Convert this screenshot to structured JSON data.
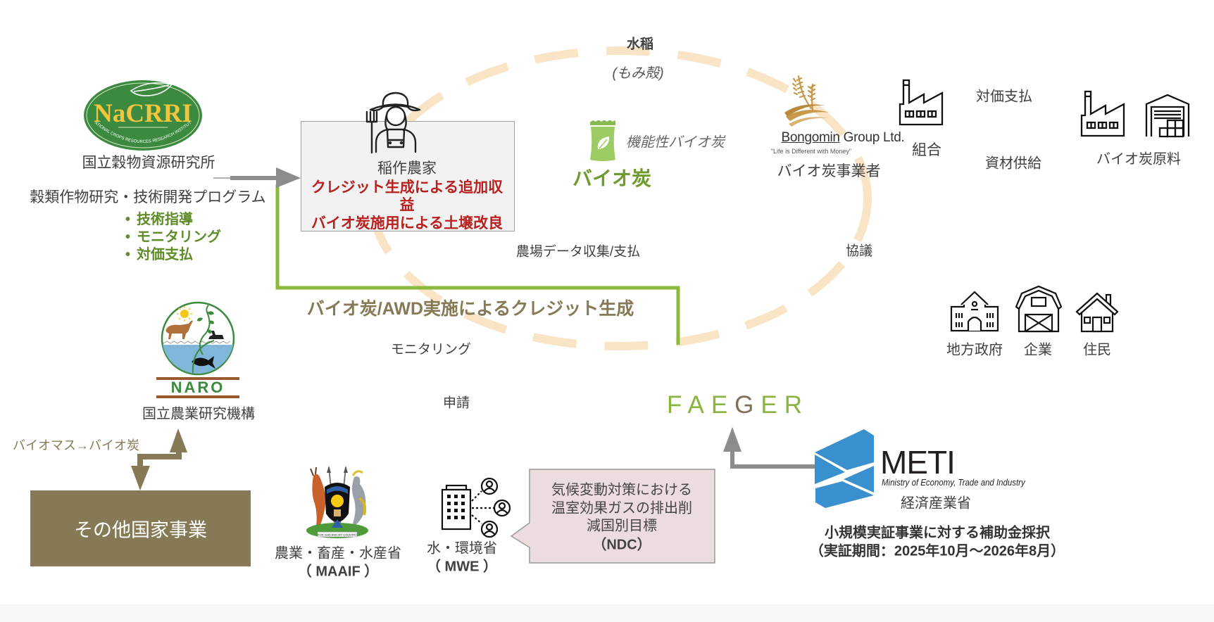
{
  "nacrri": {
    "logo_text": "NaCRRI",
    "logo_subtext": "NATIONAL CROPS RESOURCES RESEARCH INSTITUTE",
    "name": "国立穀物資源研究所",
    "program": "穀類作物研究・技術開発プログラム",
    "roles": [
      "技術指導",
      "モニタリング",
      "対価支払"
    ]
  },
  "farmer": {
    "title": "稲作農家",
    "benefit_lines": [
      "クレジット生成による追加収",
      "益",
      "バイオ炭施用による土壌改良"
    ]
  },
  "cycle": {
    "crop": "水稲",
    "residue": "(もみ殻)"
  },
  "biochar": {
    "note": "機能性バイオ炭",
    "label": "バイオ炭"
  },
  "bongomin": {
    "name_underlined": "Bongomin",
    "name_rest": " Group Ltd.",
    "tagline": "\"Life is Different with Money\"",
    "role": "バイオ炭事業者"
  },
  "supply_chain": {
    "union_label": "組合",
    "payment_label": "対価支払",
    "supply_label": "資材供給",
    "raw_material_label": "バイオ炭原料"
  },
  "stakeholders": [
    {
      "label": "地方政府",
      "icon": "school-building-icon"
    },
    {
      "label": "企業",
      "icon": "barn-icon"
    },
    {
      "label": "住民",
      "icon": "house-icon"
    }
  ],
  "flows": {
    "farm_data": "農場データ収集/支払",
    "consultation": "協議",
    "credit_generation": "バイオ炭/AWD実施によるクレジット生成",
    "monitoring": "モニタリング",
    "application": "申請",
    "biomass_to_biochar": "バイオマス→バイオ炭"
  },
  "faeger": {
    "letters": [
      "F",
      "A",
      "E",
      "G",
      "E",
      "R"
    ]
  },
  "meti": {
    "wordmark": "METI",
    "subtitle": "Ministry of Economy, Trade and Industry",
    "name": "経済産業省",
    "subsidy": "小規模実証事業に対する補助金採択",
    "period": "（実証期間：2025年10月～2026年8月）"
  },
  "ndc": {
    "lines": [
      "気候変動対策における",
      "温室効果ガスの排出削",
      "減国別目標",
      "（NDC）"
    ]
  },
  "mwe": {
    "name": "水・環境省",
    "abbr": "（ MWE ）"
  },
  "maaif": {
    "name": "農業・畜産・水産省",
    "abbr": "（ MAAIF ）",
    "motto": "FOR GOD AND MY COUNTRY"
  },
  "naro": {
    "logo_text": "NARO",
    "name": "国立農業研究機構"
  },
  "other_projects": {
    "label": "その他国家事業"
  },
  "colors": {
    "accent_green": "#8cb83c",
    "olive": "#857a55",
    "red_text": "#b8211f",
    "cycle_dash": "#f9e4c6",
    "meti_blue": "#3a8fcf",
    "callout_fill": "#ecdcdd",
    "role_green": "#5f8c28"
  }
}
